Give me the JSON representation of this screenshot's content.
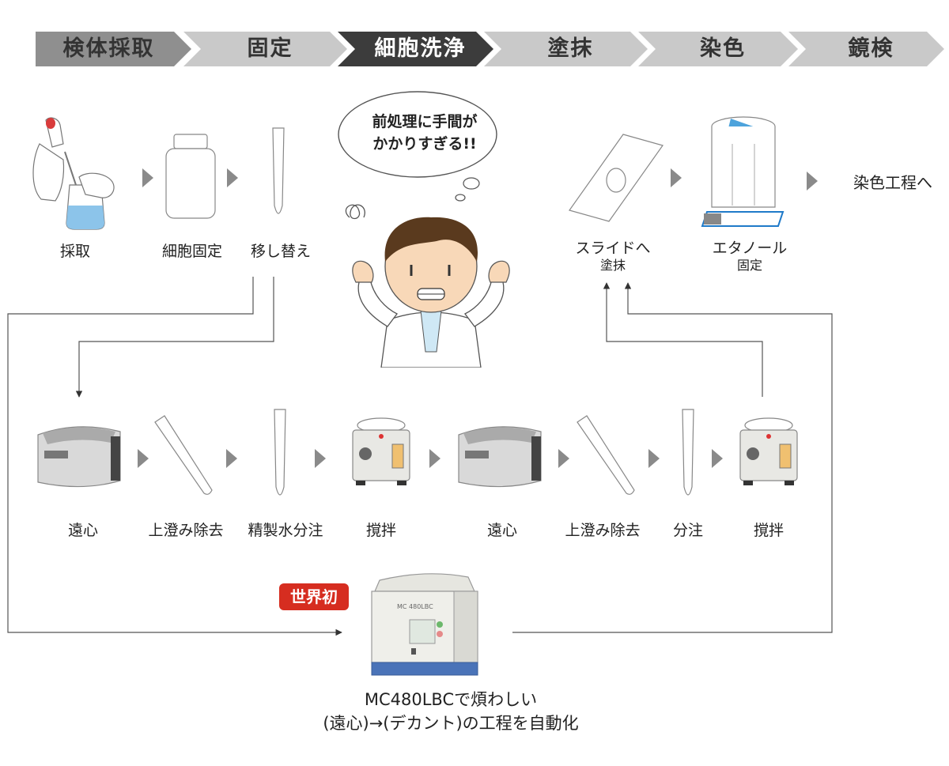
{
  "steps": [
    "検体採取",
    "固定",
    "細胞洗浄",
    "塗抹",
    "染色",
    "鏡検"
  ],
  "top_row": {
    "collect": "採取",
    "fix": "細胞固定",
    "transfer": "移し替え",
    "slide_l1": "スライドへ",
    "slide_l2": "塗抹",
    "ethanol_l1": "エタノール",
    "ethanol_l2": "固定",
    "to_stain": "染色工程へ"
  },
  "bubble": {
    "line1": "前処理に手間が",
    "line2": "かかりすぎる!!"
  },
  "bottom_row": [
    "遠心",
    "上澄み除去",
    "精製水分注",
    "撹拌",
    "遠心",
    "上澄み除去",
    "分注",
    "撹拌"
  ],
  "badge": "世界初",
  "caption": {
    "line1": "MC480LBCで煩わしい",
    "line2": "(遠心)→(デカント)の工程を自動化"
  },
  "device_label": "MC 480LBC",
  "colors": {
    "step_bar": "#8f8f8f",
    "step_active": "#3c3c3c",
    "badge": "#d62d20",
    "arrow": "#8a8a8a"
  }
}
